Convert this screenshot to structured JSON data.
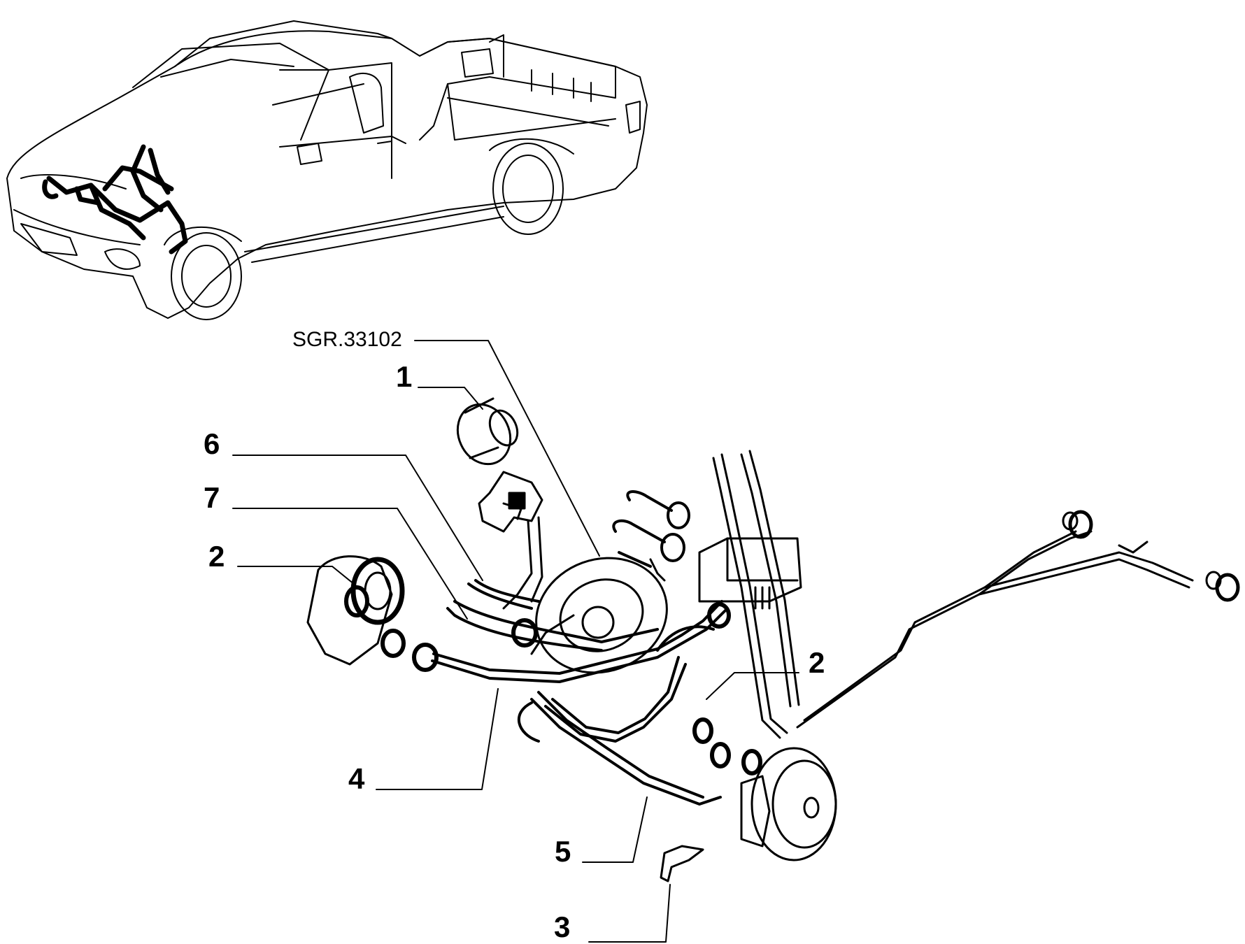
{
  "diagram": {
    "reference_code": "SGR.33102",
    "callouts": {
      "c1": "1",
      "c6": "6",
      "c7": "7",
      "c2_left": "2",
      "c2_right": "2",
      "c4": "4",
      "c5": "5",
      "c3": "3"
    }
  }
}
